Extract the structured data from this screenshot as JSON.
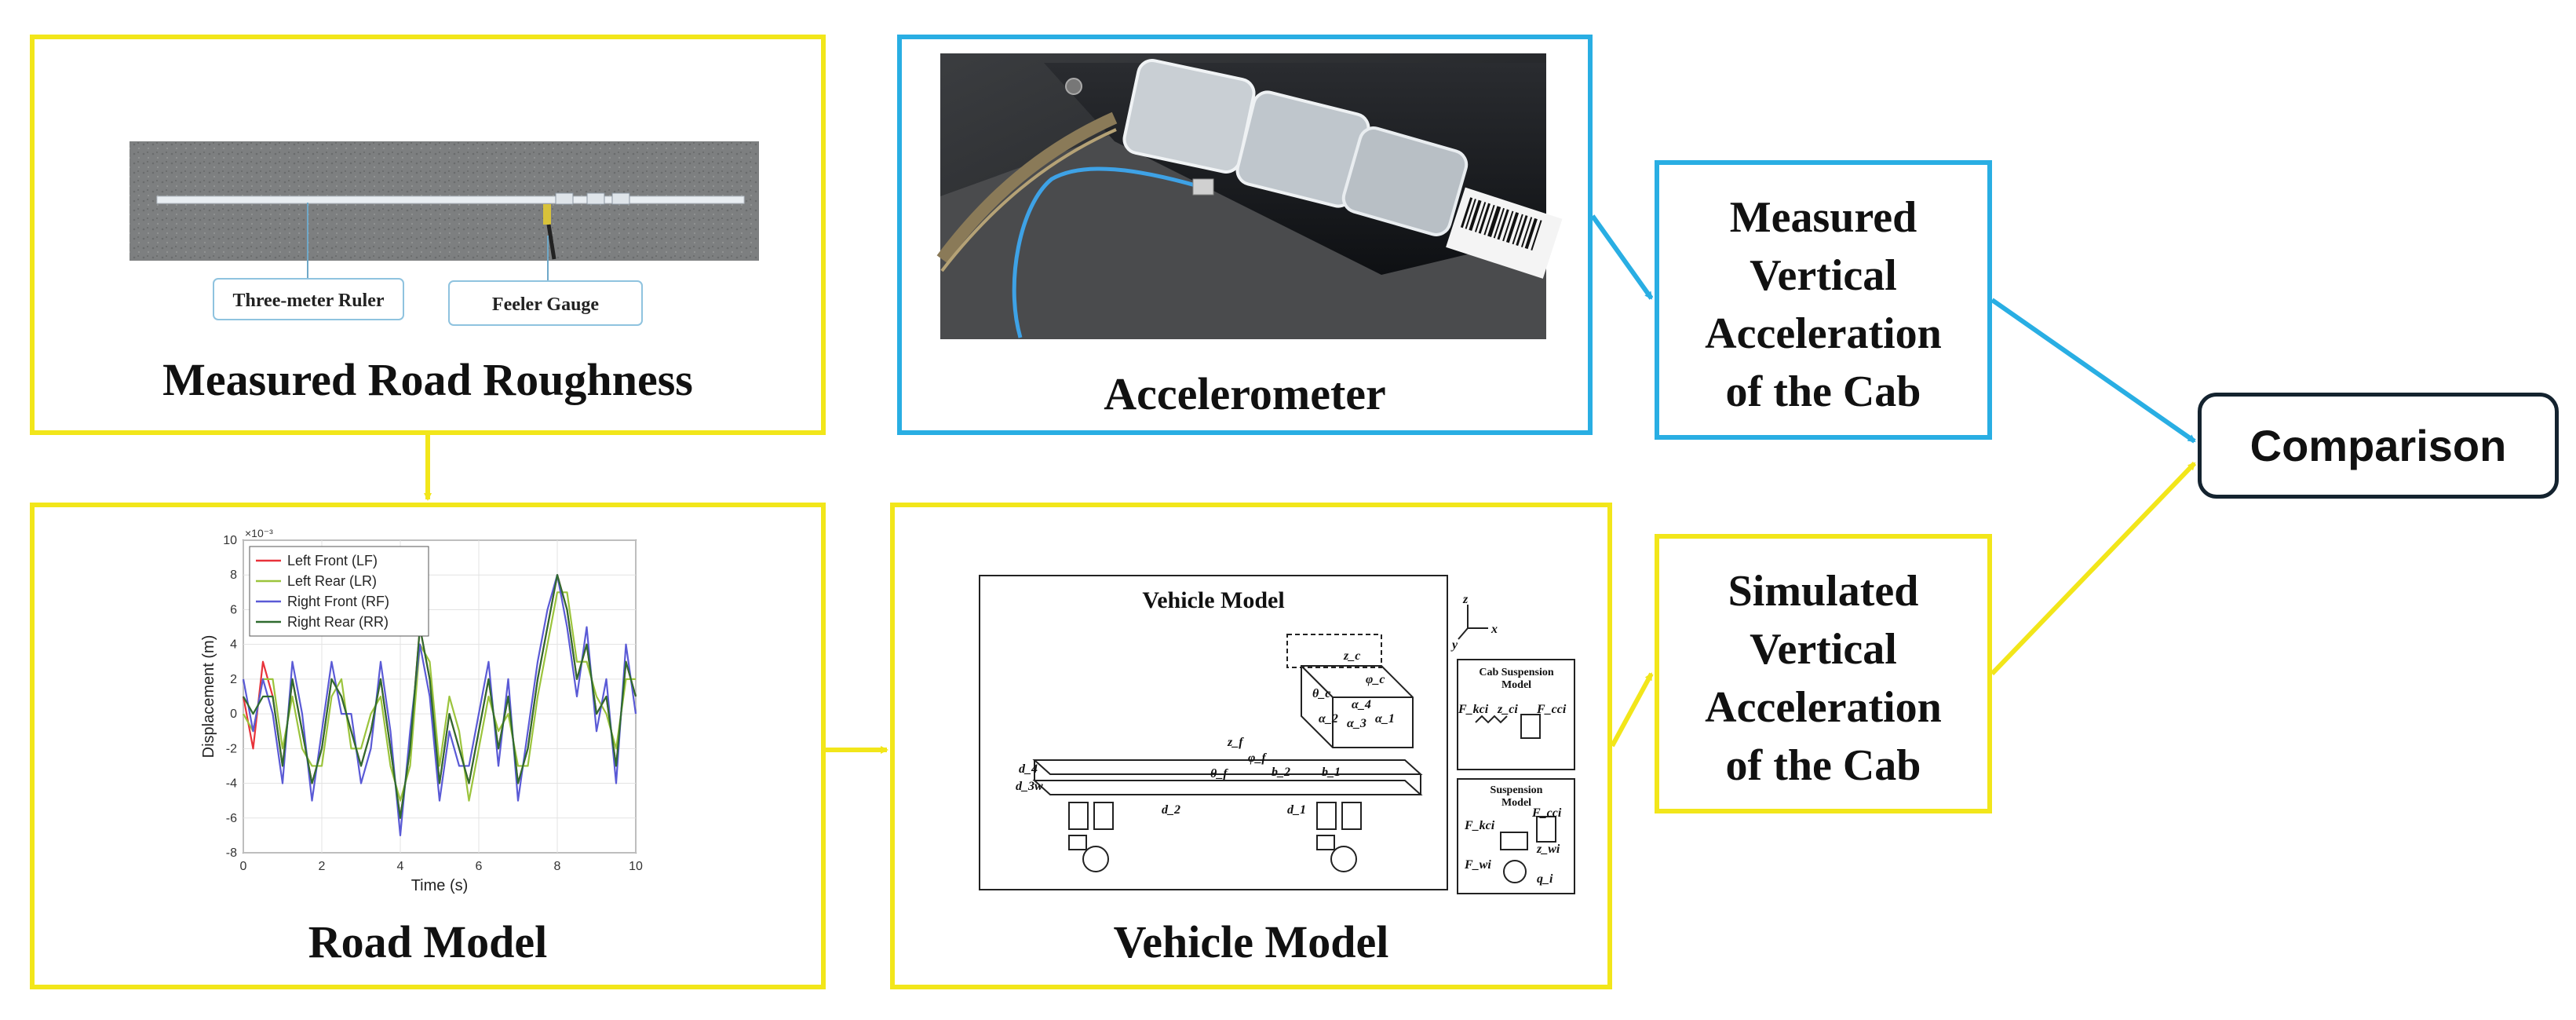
{
  "boxes": {
    "road_roughness": {
      "caption": "Measured Road Roughness",
      "photo_labels": {
        "ruler": "Three-meter Ruler",
        "gauge": "Feeler Gauge"
      }
    },
    "accelerometer": {
      "caption": "Accelerometer"
    },
    "measured_acc": {
      "lines": [
        "Measured",
        "Vertical",
        "Acceleration",
        "of the Cab"
      ]
    },
    "road_model": {
      "caption": "Road Model"
    },
    "vehicle_model": {
      "caption": "Vehicle Model"
    },
    "simulated_acc": {
      "lines": [
        "Simulated",
        "Vertical",
        "Acceleration",
        "of the Cab"
      ]
    },
    "comparison": {
      "label": "Comparison"
    }
  },
  "colors": {
    "yellow": "#f2e61a",
    "blue": "#29aee3",
    "dark": "#14232f"
  },
  "chart_data": {
    "type": "line",
    "xlabel": "Time (s)",
    "ylabel": "Displacement (m)",
    "xlim": [
      0,
      10
    ],
    "ylim": [
      -8,
      10
    ],
    "y_scale_note": "×10⁻³",
    "xticks": [
      "0",
      "2",
      "4",
      "6",
      "8",
      "10"
    ],
    "yticks": [
      "-8",
      "-6",
      "-4",
      "-2",
      "0",
      "2",
      "4",
      "6",
      "8",
      "10"
    ],
    "x": [
      0,
      0.25,
      0.5,
      0.75,
      1,
      1.25,
      1.5,
      1.75,
      2,
      2.25,
      2.5,
      2.75,
      3,
      3.25,
      3.5,
      3.75,
      4,
      4.25,
      4.5,
      4.75,
      5,
      5.25,
      5.5,
      5.75,
      6,
      6.25,
      6.5,
      6.75,
      7,
      7.25,
      7.5,
      7.75,
      8,
      8.25,
      8.5,
      8.75,
      9,
      9.25,
      9.5,
      9.75,
      10
    ],
    "series": [
      {
        "name": "Left Front (LF)",
        "color": "#e8323a",
        "values": [
          1,
          -2,
          3,
          1,
          -3,
          2,
          -1,
          -4,
          -2,
          2,
          1,
          -1,
          -3,
          -1,
          2,
          -2,
          -6,
          -2,
          5,
          2,
          -4,
          0,
          -2,
          -4,
          -1,
          2,
          -2,
          1,
          -4,
          -2,
          2,
          5,
          8,
          6,
          2,
          4,
          0,
          1,
          -3,
          3,
          1
        ]
      },
      {
        "name": "Left Rear (LR)",
        "color": "#9bc43c",
        "values": [
          0,
          -1,
          2,
          2,
          -2,
          1,
          -2,
          -3,
          -3,
          1,
          2,
          -2,
          -2,
          0,
          1,
          -3,
          -5,
          -3,
          4,
          3,
          -3,
          1,
          -1,
          -5,
          -2,
          1,
          -1,
          0,
          -3,
          -3,
          1,
          4,
          7,
          7,
          3,
          3,
          1,
          0,
          -2,
          2,
          2
        ]
      },
      {
        "name": "Right Front (RF)",
        "color": "#5a5ad6",
        "values": [
          2,
          -1,
          2,
          0,
          -4,
          3,
          0,
          -5,
          -1,
          3,
          0,
          0,
          -4,
          -2,
          3,
          -1,
          -7,
          -1,
          4,
          1,
          -5,
          -1,
          -3,
          -3,
          0,
          3,
          -3,
          2,
          -5,
          -1,
          3,
          6,
          8,
          5,
          1,
          5,
          -1,
          2,
          -4,
          4,
          0
        ]
      },
      {
        "name": "Right Rear (RR)",
        "color": "#2f6b2f",
        "values": [
          1,
          0,
          1,
          1,
          -3,
          2,
          -1,
          -4,
          -2,
          2,
          1,
          -1,
          -3,
          -1,
          2,
          -2,
          -6,
          -2,
          5,
          2,
          -4,
          0,
          -2,
          -4,
          -1,
          2,
          -2,
          1,
          -4,
          -2,
          2,
          5,
          8,
          6,
          2,
          4,
          0,
          1,
          -3,
          3,
          1
        ]
      }
    ]
  },
  "vehicle_diagram": {
    "title": "Vehicle Model",
    "cab_suspension_title": [
      "Cab Suspension",
      "Model"
    ],
    "suspension_title": [
      "Suspension",
      "Model"
    ],
    "axes": [
      "z",
      "x",
      "y"
    ],
    "labels": {
      "zc": "z_c",
      "phic": "φ_c",
      "thetac": "θ_c",
      "alpha4": "α_4",
      "alpha3": "α_3",
      "alpha1": "α_1",
      "alpha2": "α_2",
      "zf": "z_f",
      "phif": "φ_f",
      "thetaf": "θ_f",
      "b2": "b_2",
      "b1": "b_1",
      "d4": "d_4",
      "d3w": "d_3w",
      "d2": "d_2",
      "d1": "d_1",
      "fkci": "F_kci",
      "zci": "z_ci",
      "fcci": "F_cci",
      "fkci2": "F_kci",
      "fcci2": "F_cci",
      "zwi": "z_wi",
      "fwi": "F_wi",
      "qi": "q_i"
    }
  }
}
